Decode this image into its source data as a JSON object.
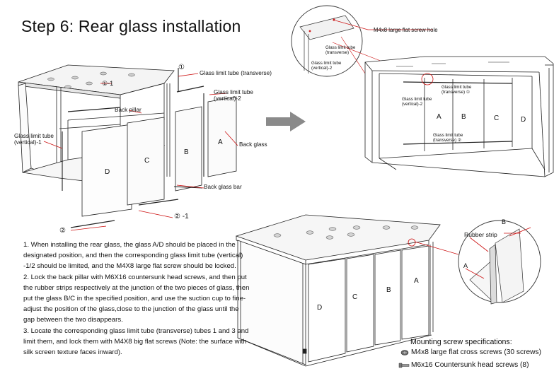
{
  "title": "Step 6: Rear glass installation",
  "exploded": {
    "circle_1": "①",
    "circle_1_minus_1": "①-1",
    "label_limit_transverse": "Glass limit tube (transverse)",
    "label_limit_vertical2": "Glass limit tube\n(vertical)-2",
    "label_back_pillar": "Back pillar",
    "label_limit_vertical1": "Glass limit tube\n(vertical)-1",
    "label_back_glass": "Back glass",
    "label_back_glass_bar": "Back glass bar",
    "circle_2_minus_1": "② -1",
    "circle_2": "②",
    "panel_a": "A",
    "panel_b": "B",
    "panel_c": "C",
    "panel_d": "D"
  },
  "zoom_top": {
    "screw_label": "M4x8 large flat screw hole",
    "transverse": "Glass limit tube\n(transverse)",
    "vertical2": "Glass limit tube\n(vertical)-2"
  },
  "interior": {
    "vertical2": "Glass limit tube\n(vertical)-2",
    "transverse1": "Glass limit tube\n(transverse) ①",
    "transverse2": "Glass limit tube\n(transverse) ②",
    "panel_a": "A",
    "panel_b": "B",
    "panel_c": "C",
    "panel_d": "D"
  },
  "assembled": {
    "panel_a": "A",
    "panel_b": "B",
    "panel_c": "C",
    "panel_d": "D"
  },
  "zoom_corner": {
    "label_b": "B",
    "label_rubber": "Rubber strip",
    "label_a": "A"
  },
  "instructions": {
    "p1": "1. When installing the rear glass, the glass A/D should be placed in the designated position, and then the corresponding glass limit tube (vertical) -1/2 should be limited, and the M4X8 large flat screw should be locked.",
    "p2": "2. Lock the back  pillar  with M6X16 countersunk head screws, and then put the  rubber strips respectively at the junction of the two pieces of glass, then put the glass B/C in the specified position, and use the suction cup to fine-adjust the position of the glass,close to the junction of the glass until the gap between the two disappears.",
    "p3": "3. Locate the corresponding glass limit tube (transverse) tubes 1 and 3 and limit them, and lock them with M4X8 big flat screws (Note: the surface with silk screen texture faces inward)."
  },
  "specs": {
    "heading": "Mounting screw specifications:",
    "item1": "M4x8 large flat cross screws (30 screws)",
    "item2": "M6x16 Countersunk head screws (8)"
  },
  "colors": {
    "leader_red": "#cc1111",
    "arrow_gray": "#8a8a8a"
  }
}
